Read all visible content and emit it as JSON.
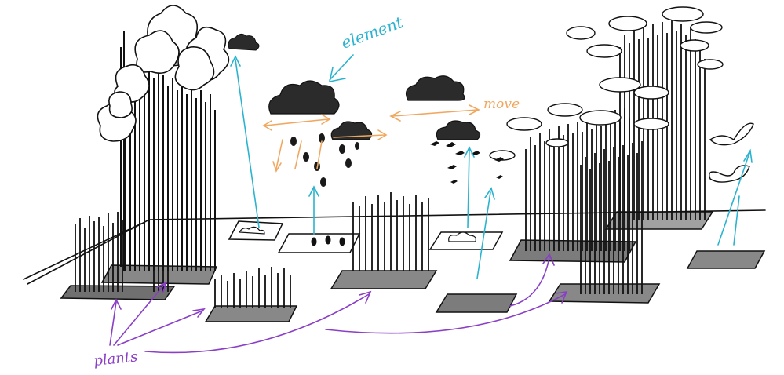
{
  "annotations": {
    "element": "element",
    "move": "move",
    "plants": "plants"
  },
  "colors": {
    "ink": "#111111",
    "cloud": "#2b2b2b",
    "element_arrow": "#2bb3cf",
    "move_arrow": "#f0a860",
    "plants_arrow": "#8a3fc6",
    "background": "#ffffff"
  },
  "icons": [
    "cloud-icon",
    "raindrop-icon",
    "tree-icon",
    "grass-icon",
    "bird-icon",
    "wing-icon",
    "plot-tile-icon"
  ]
}
